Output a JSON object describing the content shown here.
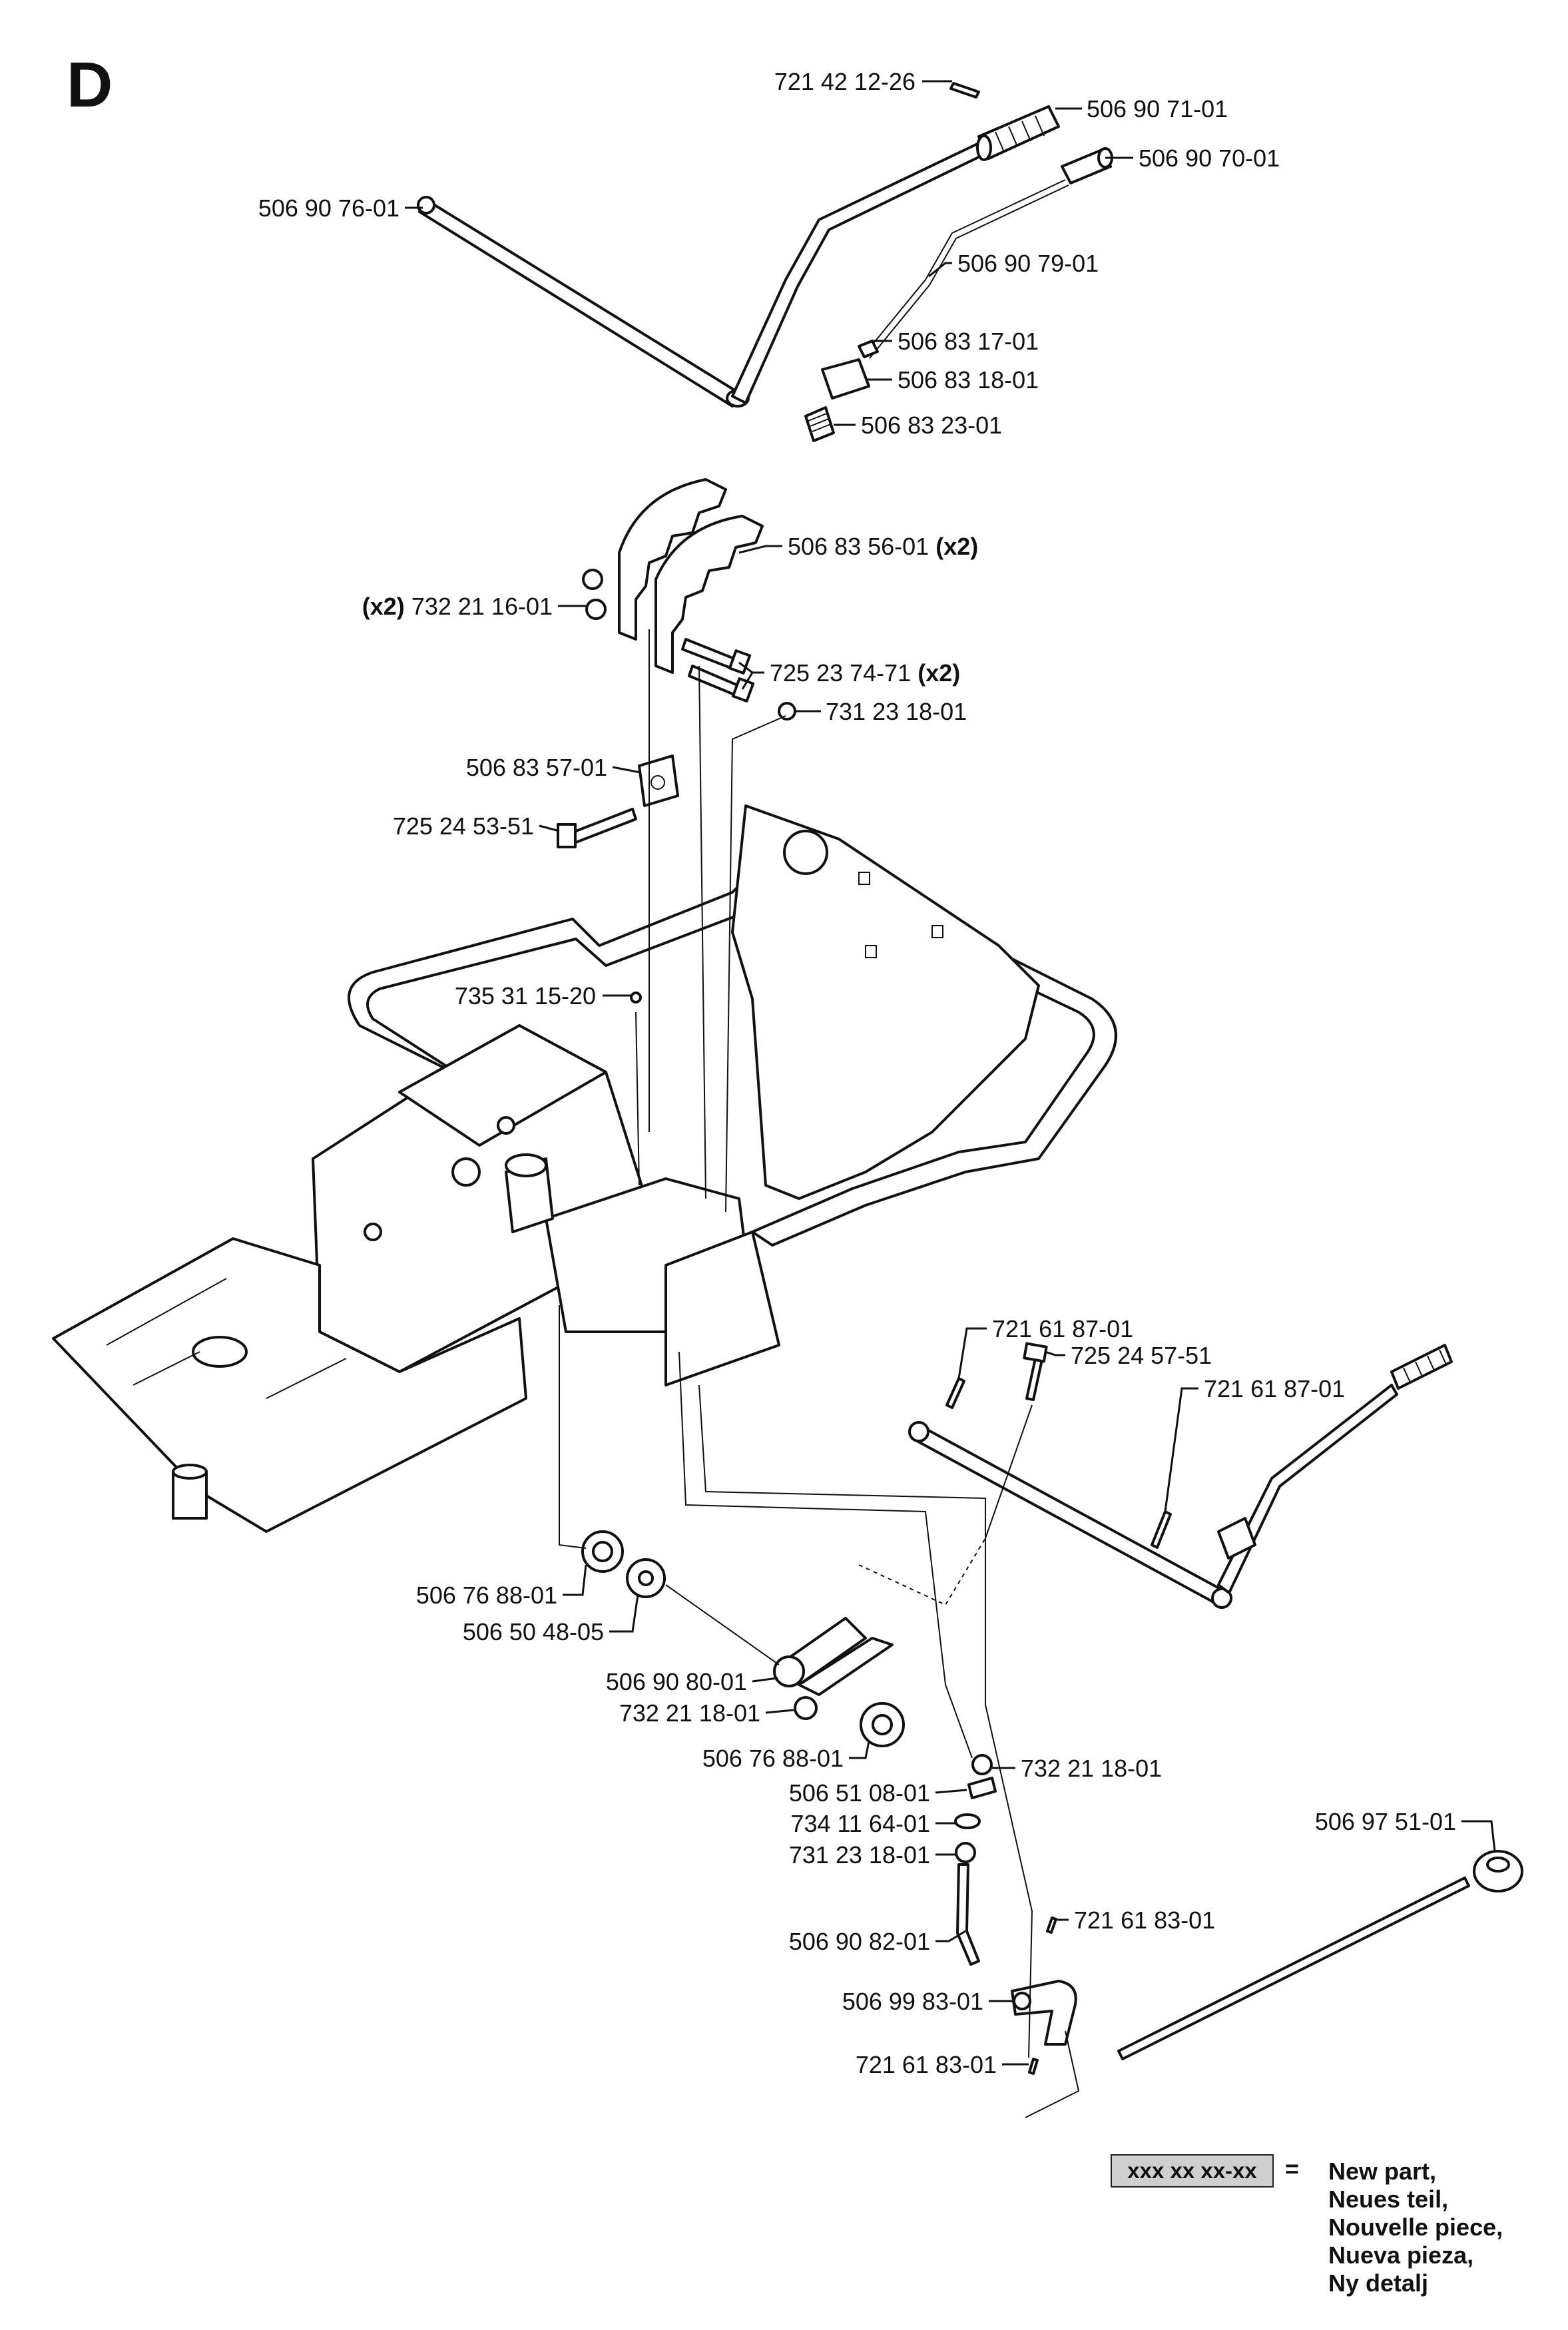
{
  "section_letter": "D",
  "callouts": [
    {
      "id": "c1",
      "number": "721 42 12-26",
      "qty": ""
    },
    {
      "id": "c2",
      "number": "506 90 71-01",
      "qty": ""
    },
    {
      "id": "c3",
      "number": "506 90 70-01",
      "qty": ""
    },
    {
      "id": "c4",
      "number": "506 90 76-01",
      "qty": ""
    },
    {
      "id": "c5",
      "number": "506 90 79-01",
      "qty": ""
    },
    {
      "id": "c6",
      "number": "506 83 17-01",
      "qty": ""
    },
    {
      "id": "c7",
      "number": "506 83 18-01",
      "qty": ""
    },
    {
      "id": "c8",
      "number": "506 83 23-01",
      "qty": ""
    },
    {
      "id": "c9",
      "number": "506 83 56-01",
      "qty": "(x2)"
    },
    {
      "id": "c10",
      "number": "732 21 16-01",
      "qty": "(x2)"
    },
    {
      "id": "c11",
      "number": "725 23 74-71",
      "qty": "(x2)"
    },
    {
      "id": "c12",
      "number": "731 23 18-01",
      "qty": ""
    },
    {
      "id": "c13",
      "number": "506 83 57-01",
      "qty": ""
    },
    {
      "id": "c14",
      "number": "725 24 53-51",
      "qty": ""
    },
    {
      "id": "c15",
      "number": "735 31 15-20",
      "qty": ""
    },
    {
      "id": "c16",
      "number": "721 61 87-01",
      "qty": ""
    },
    {
      "id": "c17",
      "number": "725 24 57-51",
      "qty": ""
    },
    {
      "id": "c18",
      "number": "721 61 87-01",
      "qty": ""
    },
    {
      "id": "c19",
      "number": "506 76 88-01",
      "qty": ""
    },
    {
      "id": "c20",
      "number": "506 50 48-05",
      "qty": ""
    },
    {
      "id": "c21",
      "number": "506 90 80-01",
      "qty": ""
    },
    {
      "id": "c22",
      "number": "732 21 18-01",
      "qty": ""
    },
    {
      "id": "c23",
      "number": "506 76 88-01",
      "qty": ""
    },
    {
      "id": "c24",
      "number": "506 51 08-01",
      "qty": ""
    },
    {
      "id": "c25",
      "number": "732 21 18-01",
      "qty": ""
    },
    {
      "id": "c26",
      "number": "734 11 64-01",
      "qty": ""
    },
    {
      "id": "c27",
      "number": "731 23 18-01",
      "qty": ""
    },
    {
      "id": "c28",
      "number": "506 97 51-01",
      "qty": ""
    },
    {
      "id": "c29",
      "number": "721 61 83-01",
      "qty": ""
    },
    {
      "id": "c30",
      "number": "506 90 82-01",
      "qty": ""
    },
    {
      "id": "c31",
      "number": "506 99 83-01",
      "qty": ""
    },
    {
      "id": "c32",
      "number": "721 61 83-01",
      "qty": ""
    }
  ],
  "legend": {
    "sample": "xxx xx xx-xx",
    "equals": "=",
    "lines": [
      "New part,",
      "Neues teil,",
      "Nouvelle piece,",
      "Nueva pieza,",
      "Ny detalj"
    ]
  }
}
